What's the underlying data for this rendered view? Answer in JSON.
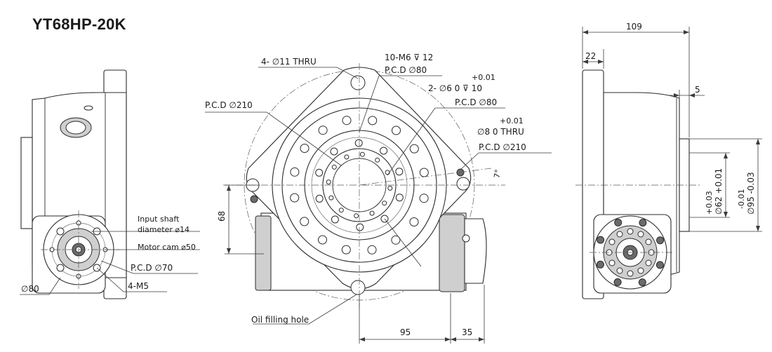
{
  "title": "YT68HP-20K",
  "labels": {
    "thru_holes": "4- ∅11 THRU",
    "tap_holes": "10-M6 ⊽ 12",
    "pcd_80_a": "P.C.D ∅80",
    "pin_holes_tol": "+0.01",
    "pin_holes": "2- ∅6    0      ⊽ 10",
    "pcd_80_b": "P.C.D ∅80",
    "pcd_210_left": "P.C.D ∅210",
    "thru8_tol": "+0.01",
    "thru8": "∅8    0     THRU",
    "pcd_210_right": "P.C.D ∅210",
    "angle": "7°",
    "input_shaft_1": "Input shaft",
    "input_shaft_2": "diameter ⌀14",
    "motor_cam": "Motor cam ⌀50",
    "pcd_70": "P.C.D ∅70",
    "m5": "4-M5",
    "dia_80": "∅80",
    "oil_hole": "Oil filling hole",
    "dim_68": "68",
    "dim_95": "95",
    "dim_35": "35",
    "dim_109": "109",
    "dim_22": "22",
    "dim_5": "5",
    "dim_62": "∅62 +0.01",
    "dim_62_tol": "+0.03",
    "dim_95_dia": "∅95 -0.03",
    "dim_95_tol": "-0.01"
  }
}
